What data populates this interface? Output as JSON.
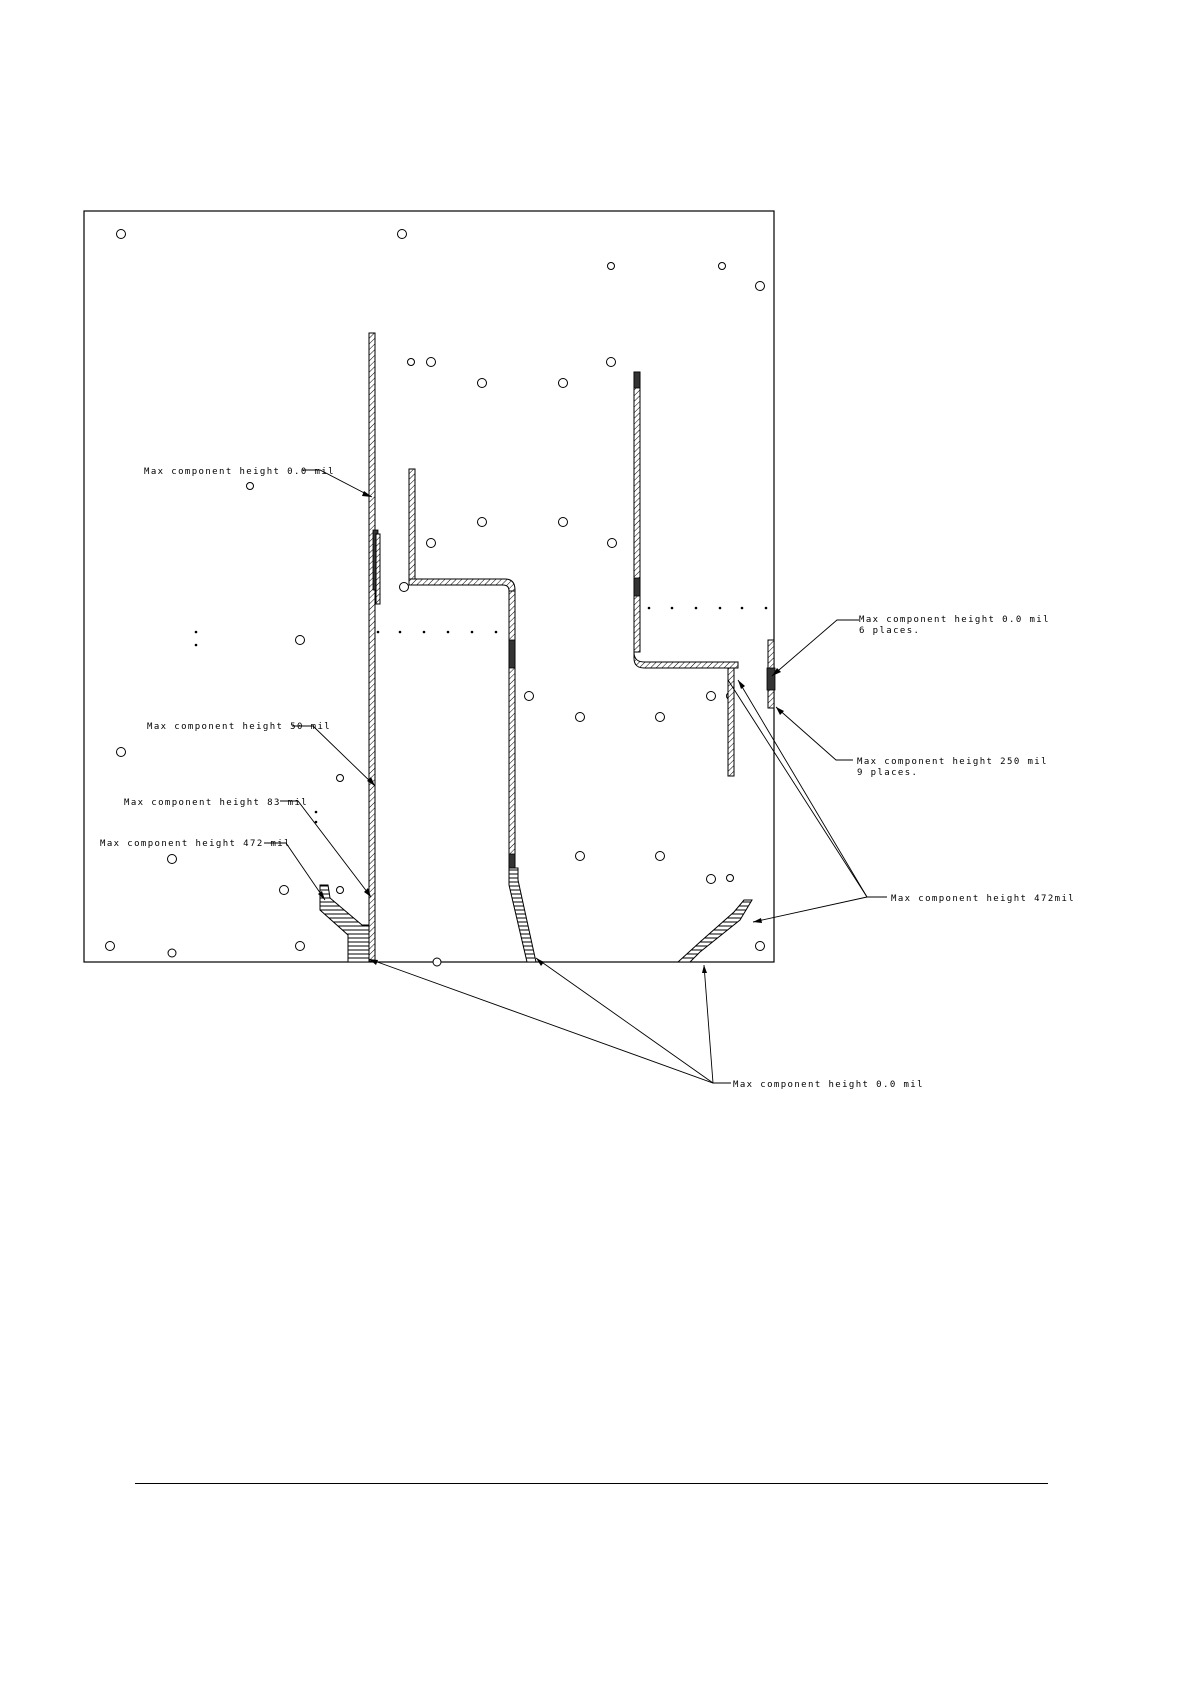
{
  "annotations": {
    "top_left_zero": "Max component height 0.0 mil",
    "left_50": "Max component height 50 mil",
    "left_83": "Max component height 83 mil",
    "left_472": "Max component height 472 mil",
    "right_zero": "Max component height 0.0 mil",
    "right_zero_note": "6 places.",
    "right_250": "Max component height 250 mil",
    "right_250_note": "9 places.",
    "right_472": "Max component height 472mil",
    "bottom_zero": "Max component height 0.0 mil"
  }
}
